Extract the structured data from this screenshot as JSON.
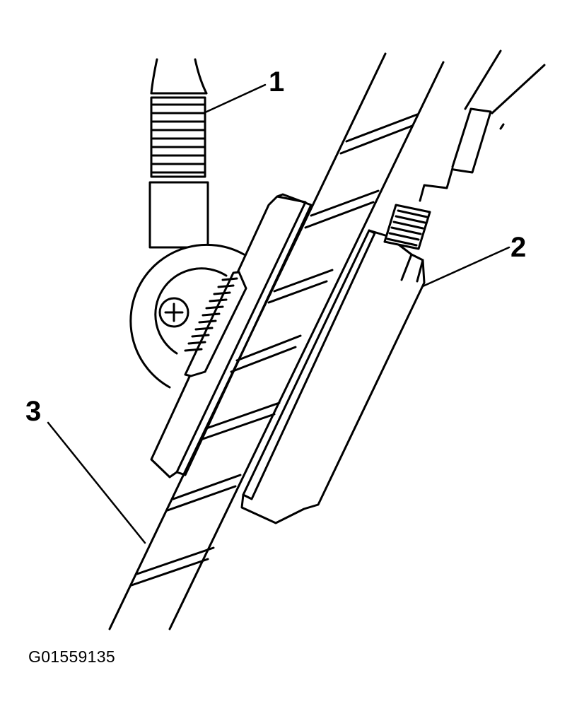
{
  "diagram": {
    "callouts": [
      {
        "id": "1",
        "label": "1"
      },
      {
        "id": "2",
        "label": "2"
      },
      {
        "id": "3",
        "label": "3"
      }
    ],
    "figure_id": "G01559135",
    "colors": {
      "ink": "#000000",
      "paper": "#ffffff"
    }
  }
}
